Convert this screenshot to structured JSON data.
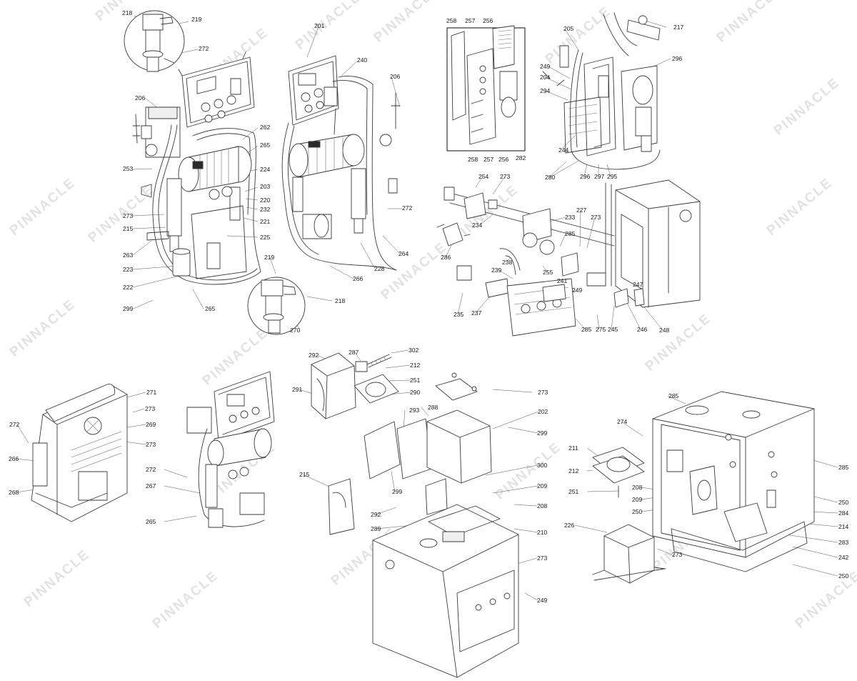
{
  "colors": {
    "line": "#3a3a3a",
    "background": "#ffffff",
    "watermark": "#e2e2e2"
  },
  "watermark": {
    "text": "PINNACLE"
  },
  "callouts": {
    "c1": {
      "text": "218"
    },
    "c2": {
      "text": "219"
    },
    "c3": {
      "text": "272"
    },
    "c4": {
      "text": "206"
    },
    "c5": {
      "text": "253"
    },
    "c6": {
      "text": "273"
    },
    "c7": {
      "text": "215"
    },
    "c8": {
      "text": "263"
    },
    "c9": {
      "text": "223"
    },
    "c10": {
      "text": "222"
    },
    "c11": {
      "text": "299"
    },
    "c12": {
      "text": "265"
    },
    "c13": {
      "text": "262"
    },
    "c14": {
      "text": "265"
    },
    "c15": {
      "text": "224"
    },
    "c16": {
      "text": "203"
    },
    "c17": {
      "text": "220"
    },
    "c18": {
      "text": "232"
    },
    "c19": {
      "text": "221"
    },
    "c20": {
      "text": "225"
    },
    "c21": {
      "text": "219"
    },
    "c22": {
      "text": "218"
    },
    "c23": {
      "text": "270"
    },
    "c24": {
      "text": "201"
    },
    "c25": {
      "text": "240"
    },
    "c26": {
      "text": "206"
    },
    "c27": {
      "text": "272"
    },
    "c28": {
      "text": "264"
    },
    "c29": {
      "text": "228"
    },
    "c30": {
      "text": "266"
    },
    "c31": {
      "text": "258"
    },
    "c32": {
      "text": "257"
    },
    "c33": {
      "text": "256"
    },
    "c34": {
      "text": "258"
    },
    "c35": {
      "text": "257"
    },
    "c36": {
      "text": "256"
    },
    "c37": {
      "text": "282"
    },
    "c38": {
      "text": "217"
    },
    "c39": {
      "text": "205"
    },
    "c40": {
      "text": "296"
    },
    "c41": {
      "text": "249"
    },
    "c42": {
      "text": "204"
    },
    "c43": {
      "text": "294"
    },
    "c44": {
      "text": "244"
    },
    "c45": {
      "text": "280"
    },
    "c46": {
      "text": "296"
    },
    "c47": {
      "text": "297"
    },
    "c48": {
      "text": "295"
    },
    "c49": {
      "text": "254"
    },
    "c50": {
      "text": "273"
    },
    "c51": {
      "text": "233"
    },
    "c52": {
      "text": "227"
    },
    "c53": {
      "text": "273"
    },
    "c54": {
      "text": "234"
    },
    "c55": {
      "text": "285"
    },
    "c56": {
      "text": "286"
    },
    "c57": {
      "text": "238"
    },
    "c58": {
      "text": "239"
    },
    "c59": {
      "text": "255"
    },
    "c60": {
      "text": "241"
    },
    "c61": {
      "text": "249"
    },
    "c62": {
      "text": "247"
    },
    "c63": {
      "text": "235"
    },
    "c64": {
      "text": "237"
    },
    "c65": {
      "text": "285"
    },
    "c66": {
      "text": "275"
    },
    "c67": {
      "text": "245"
    },
    "c68": {
      "text": "246"
    },
    "c69": {
      "text": "248"
    },
    "c70": {
      "text": "292"
    },
    "c71": {
      "text": "287"
    },
    "c72": {
      "text": "302"
    },
    "c73": {
      "text": "212"
    },
    "c74": {
      "text": "251"
    },
    "c75": {
      "text": "291"
    },
    "c76": {
      "text": "290"
    },
    "c77": {
      "text": "273"
    },
    "c78": {
      "text": "293"
    },
    "c79": {
      "text": "288"
    },
    "c80": {
      "text": "202"
    },
    "c81": {
      "text": "299"
    },
    "c82": {
      "text": "215"
    },
    "c83": {
      "text": "299"
    },
    "c84": {
      "text": "300"
    },
    "c85": {
      "text": "292"
    },
    "c86": {
      "text": "209"
    },
    "c87": {
      "text": "289"
    },
    "c88": {
      "text": "208"
    },
    "c89": {
      "text": "210"
    },
    "c90": {
      "text": "273"
    },
    "c91": {
      "text": "249"
    },
    "c92": {
      "text": "271"
    },
    "c93": {
      "text": "273"
    },
    "c94": {
      "text": "272"
    },
    "c95": {
      "text": "269"
    },
    "c96": {
      "text": "273"
    },
    "c97": {
      "text": "266"
    },
    "c98": {
      "text": "268"
    },
    "c99": {
      "text": "272"
    },
    "c100": {
      "text": "267"
    },
    "c101": {
      "text": "265"
    },
    "c102": {
      "text": "285"
    },
    "c103": {
      "text": "274"
    },
    "c104": {
      "text": "211"
    },
    "c105": {
      "text": "212"
    },
    "c106": {
      "text": "251"
    },
    "c107": {
      "text": "208"
    },
    "c108": {
      "text": "209"
    },
    "c109": {
      "text": "250"
    },
    "c110": {
      "text": "226"
    },
    "c111": {
      "text": "273"
    },
    "c112": {
      "text": "285"
    },
    "c113": {
      "text": "250"
    },
    "c114": {
      "text": "284"
    },
    "c115": {
      "text": "214"
    },
    "c116": {
      "text": "283"
    },
    "c117": {
      "text": "242"
    },
    "c118": {
      "text": "250"
    }
  }
}
